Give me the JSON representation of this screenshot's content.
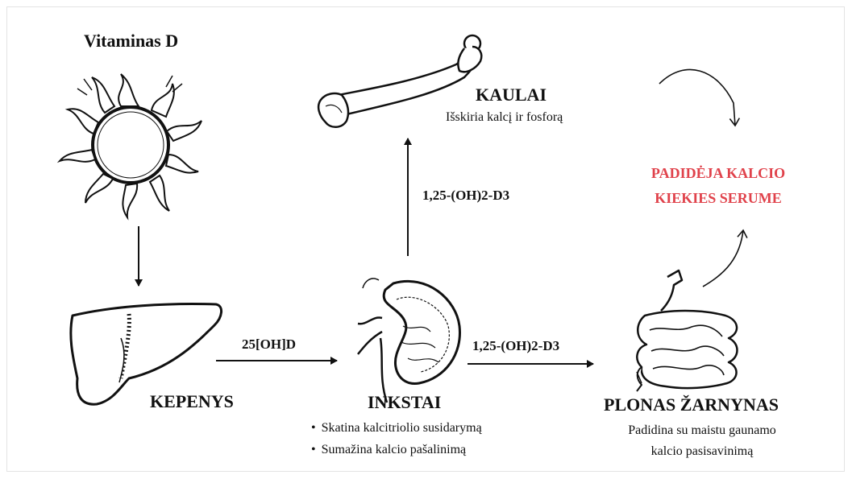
{
  "vitamin": {
    "title": "Vitaminas D",
    "icon": "sun-icon"
  },
  "liver": {
    "label": "KEPENYS",
    "icon": "liver-icon"
  },
  "kidney": {
    "label": "INKSTAI",
    "icon": "kidney-icon",
    "bullets": [
      "Skatina kalcitriolio susidarymą",
      "Sumažina kalcio pašalinimą"
    ]
  },
  "bones": {
    "label": "KAULAI",
    "description": "Išskiria kalcį ir fosforą",
    "icon": "bone-icon"
  },
  "intestine": {
    "label": "PLONAS ŽARNYNAS",
    "description_lines": [
      "Padidina su maistu gaunamo",
      "kalcio pasisavinimą"
    ],
    "icon": "intestine-icon"
  },
  "arrows": {
    "liver_to_kidney": "25[OH]D",
    "kidney_to_bone": "1,25-(OH)2-D3",
    "kidney_to_intestine": "1,25-(OH)2-D3"
  },
  "result": {
    "lines": [
      "PADIDĖJA KALCIO",
      "KIEKIES SERUME"
    ],
    "color": "#e0424b"
  }
}
